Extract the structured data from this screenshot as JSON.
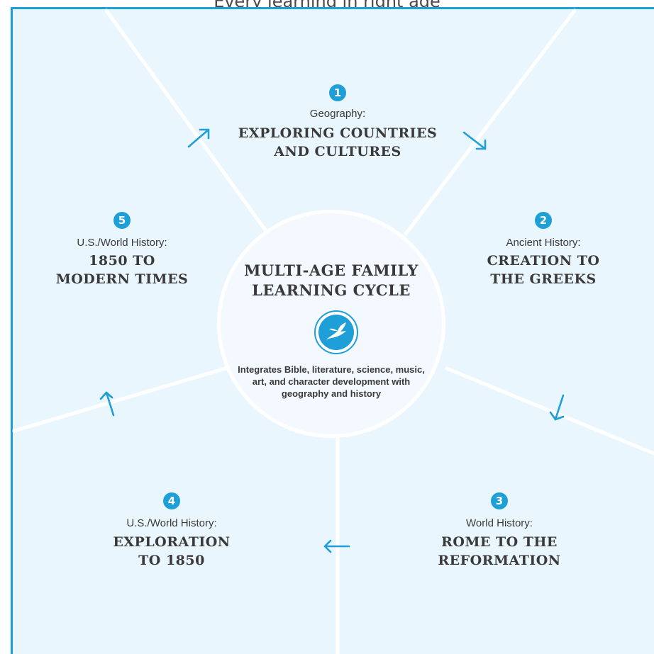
{
  "top_text": "Every learning in right age",
  "center": {
    "title_line1": "MULTI-AGE FAMILY",
    "title_line2": "LEARNING CYCLE",
    "description": "Integrates Bible, literature, science, music, art, and character development with geography and history",
    "logo_icon": "bird-icon"
  },
  "steps": [
    {
      "number": "1",
      "subtitle": "Geography:",
      "title_line1": "EXPLORING COUNTRIES",
      "title_line2": "AND CULTURES"
    },
    {
      "number": "2",
      "subtitle": "Ancient History:",
      "title_line1": "CREATION TO",
      "title_line2": "THE GREEKS"
    },
    {
      "number": "3",
      "subtitle": "World History:",
      "title_line1": "ROME TO THE",
      "title_line2": "REFORMATION"
    },
    {
      "number": "4",
      "subtitle": "U.S./World History:",
      "title_line1": "EXPLORATION",
      "title_line2": "TO 1850"
    },
    {
      "number": "5",
      "subtitle": "U.S./World History:",
      "title_line1": "1850 TO",
      "title_line2": "MODERN TIMES"
    }
  ],
  "colors": {
    "accent": "#1e9fd8",
    "background": "#eaf6fd",
    "text": "#3a3a3a"
  }
}
